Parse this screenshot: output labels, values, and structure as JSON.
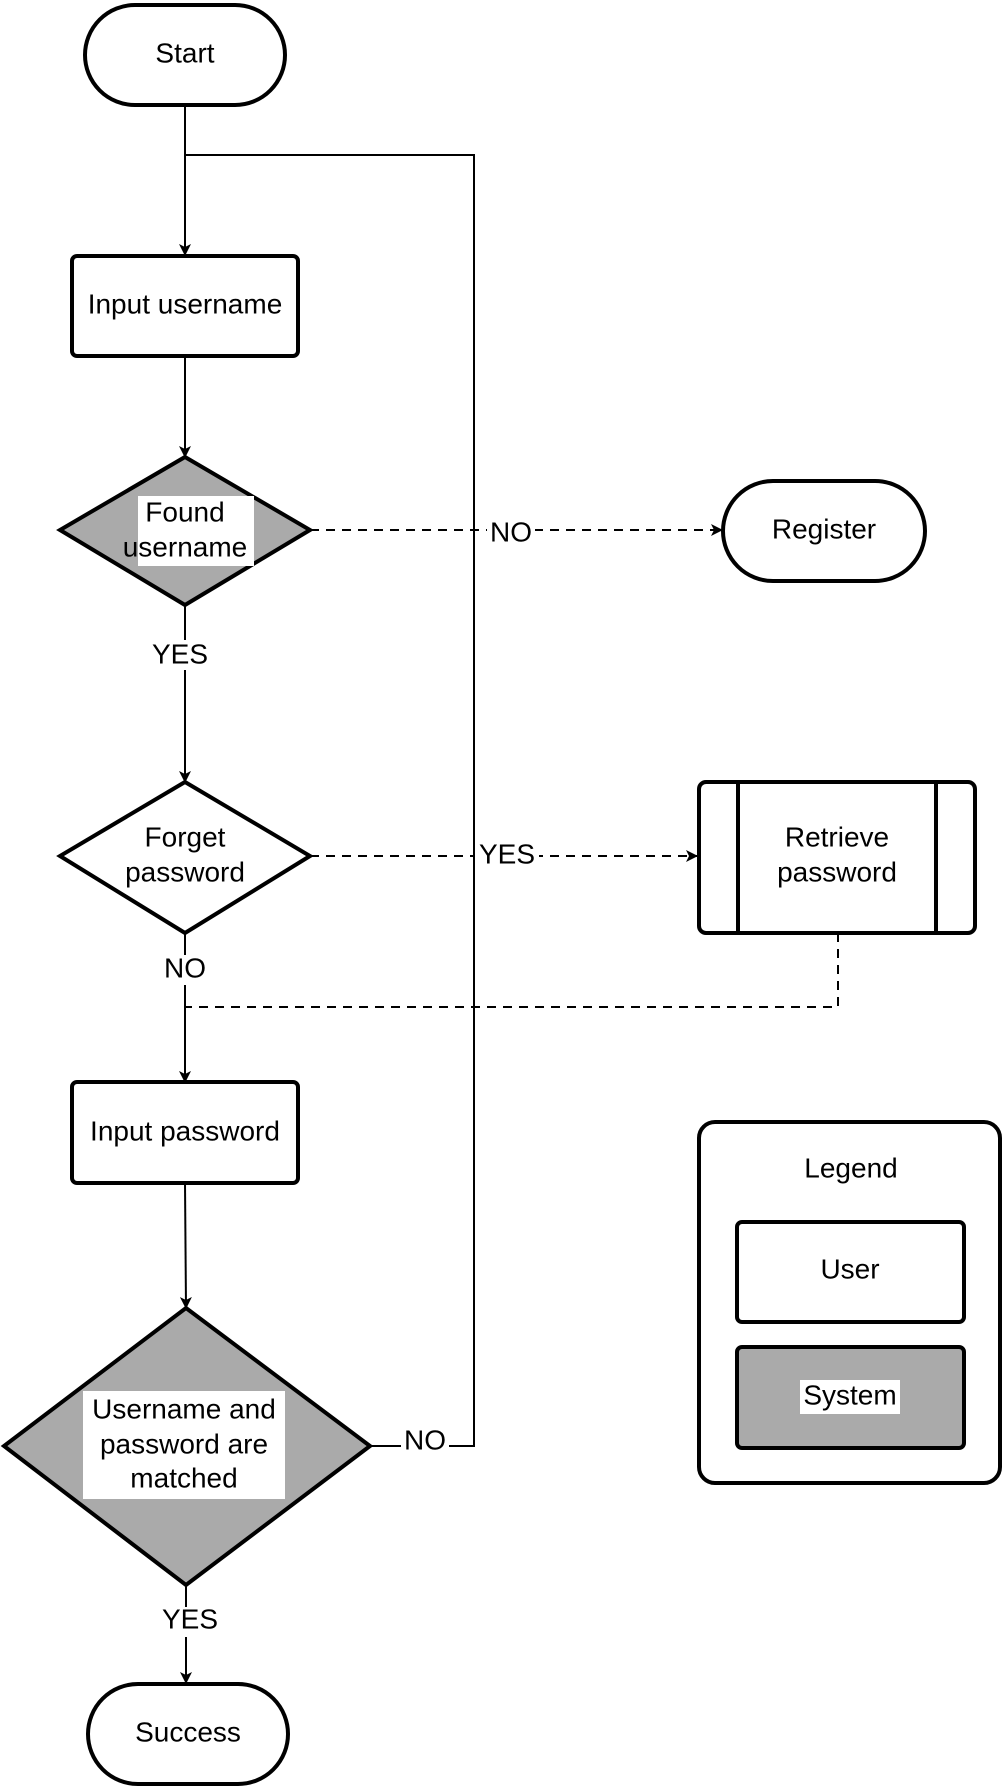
{
  "flowchart": {
    "nodes": {
      "start": {
        "label": "Start",
        "kind": "terminal",
        "role": "user"
      },
      "input_username": {
        "label": "Input username",
        "kind": "process",
        "role": "user"
      },
      "found_username": {
        "label": [
          "Found",
          "username"
        ],
        "kind": "decision",
        "role": "system"
      },
      "register": {
        "label": "Register",
        "kind": "terminal",
        "role": "user"
      },
      "forget_password": {
        "label": [
          "Forget",
          "password"
        ],
        "kind": "decision",
        "role": "user"
      },
      "retrieve_password": {
        "label": [
          "Retrieve",
          "password"
        ],
        "kind": "predefined-process",
        "role": "user"
      },
      "input_password": {
        "label": "Input password",
        "kind": "process",
        "role": "user"
      },
      "matched": {
        "label": [
          "Username and",
          "password are",
          "matched"
        ],
        "kind": "decision",
        "role": "system"
      },
      "success": {
        "label": "Success",
        "kind": "terminal",
        "role": "user"
      }
    },
    "edges": {
      "found_no": {
        "from": "found_username",
        "to": "register",
        "label": "NO",
        "style": "dashed"
      },
      "found_yes": {
        "from": "found_username",
        "to": "forget_password",
        "label": "YES",
        "style": "solid"
      },
      "forget_yes": {
        "from": "forget_password",
        "to": "retrieve_password",
        "label": "YES",
        "style": "dashed"
      },
      "forget_no": {
        "from": "forget_password",
        "to": "input_password",
        "label": "NO",
        "style": "solid"
      },
      "retrieve_back": {
        "from": "retrieve_password",
        "to": "input_password",
        "label": "",
        "style": "dashed"
      },
      "matched_no": {
        "from": "matched",
        "to": "input_username",
        "label": "NO",
        "style": "solid"
      },
      "matched_yes": {
        "from": "matched",
        "to": "success",
        "label": "YES",
        "style": "solid"
      }
    }
  },
  "legend": {
    "title": "Legend",
    "user": "User",
    "system": "System"
  },
  "colors": {
    "system_fill": "#aaaaaa",
    "user_fill": "#ffffff",
    "stroke": "#000000"
  }
}
